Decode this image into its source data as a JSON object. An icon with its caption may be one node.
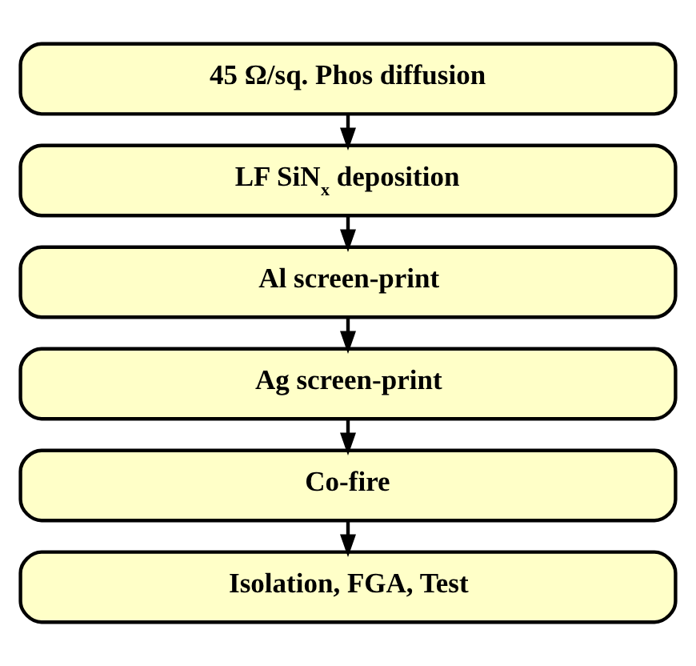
{
  "diagram": {
    "nodes": [
      {
        "text": [
          "45 Ω/sq. Phos diffusion"
        ]
      },
      {
        "text": [
          "LF SiN$_{x}$ deposition"
        ]
      },
      {
        "text": [
          "Al screen-print"
        ]
      },
      {
        "text": [
          "Ag screen-print"
        ]
      },
      {
        "text": [
          "Co-fire"
        ]
      },
      {
        "text": [
          "Isolation, FGA, Test"
        ]
      }
    ],
    "edges": [
      {
        "from": 0,
        "to": 1,
        "arrow": "to"
      },
      {
        "from": 1,
        "to": 2,
        "arrow": "to"
      },
      {
        "from": 2,
        "to": 3,
        "arrow": "to"
      },
      {
        "from": 3,
        "to": 4,
        "arrow": "to"
      },
      {
        "from": 4,
        "to": 5,
        "arrow": "to"
      }
    ]
  }
}
